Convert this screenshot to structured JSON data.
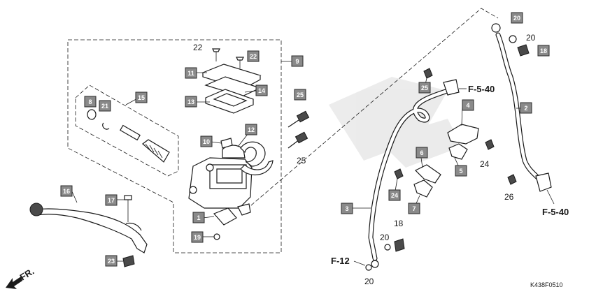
{
  "diagram_code": "K438F0510",
  "callouts": {
    "c1": "1",
    "c2": "2",
    "c3": "3",
    "c4": "4",
    "c5": "5",
    "c6": "6",
    "c7": "7",
    "c8": "8",
    "c9": "9",
    "c10": "10",
    "c11": "11",
    "c12": "12",
    "c13": "13",
    "c14": "14",
    "c15": "15",
    "c16": "16",
    "c17": "17",
    "c18": "18",
    "c19": "19",
    "c20": "20",
    "c21": "21",
    "c22": "22",
    "c23": "23",
    "c24": "24",
    "c25": "25"
  },
  "labels": {
    "l22": "22",
    "l25": "25",
    "l20a": "20",
    "l24a": "24",
    "l26": "26",
    "l18": "18",
    "l20b": "20",
    "l20c": "20"
  },
  "refs": {
    "f540a": "F-5-40",
    "f540b": "F-5-40",
    "f12": "F-12",
    "fr": "FR."
  },
  "colors": {
    "callout_fill": "#8a8a8a",
    "line": "#1a1a1a"
  }
}
